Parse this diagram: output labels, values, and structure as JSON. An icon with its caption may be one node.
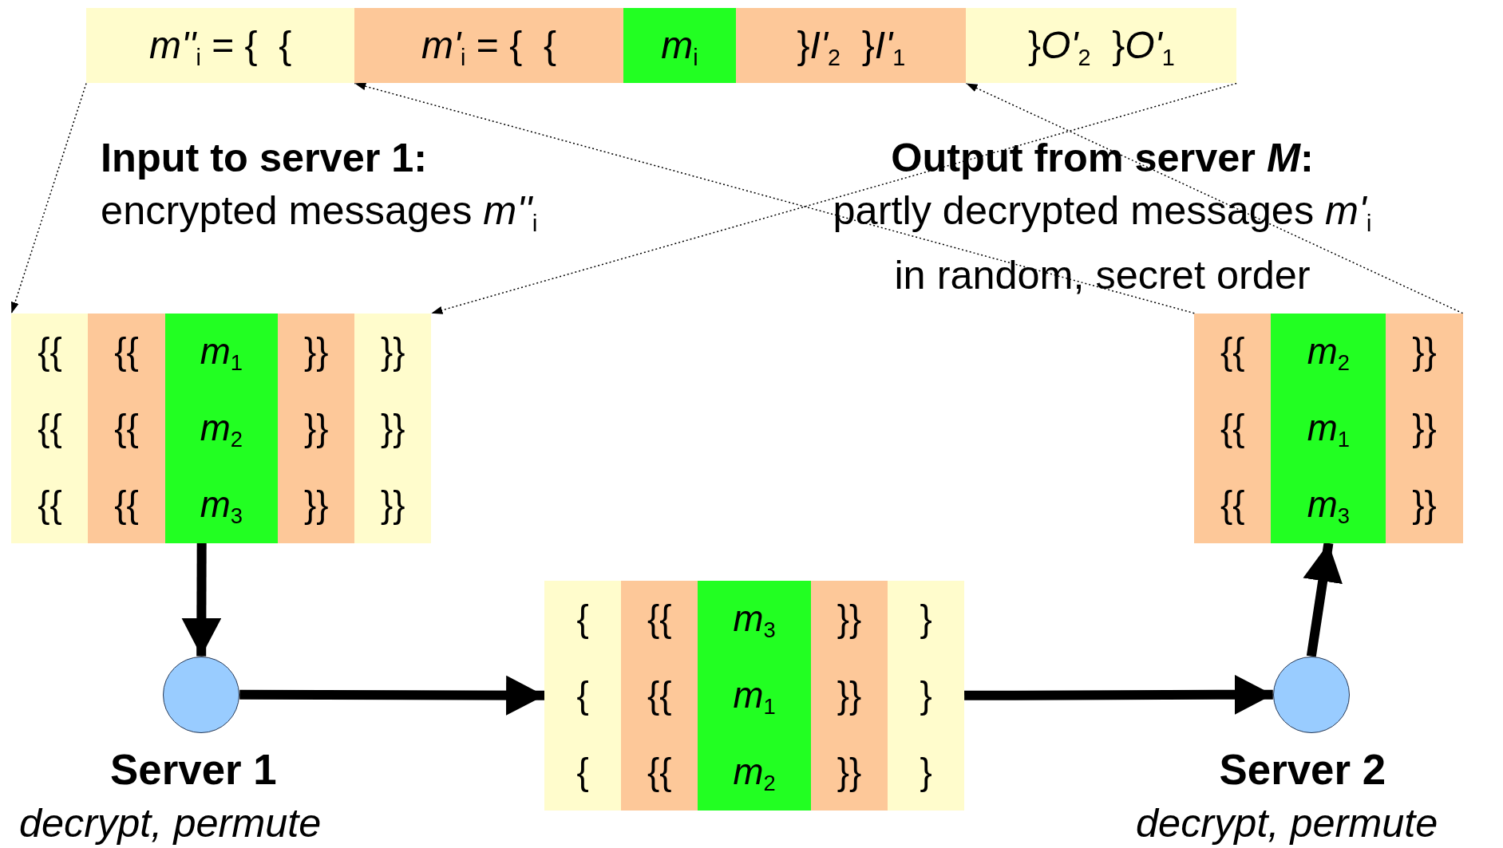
{
  "diagram": {
    "nodes": [
      {
        "text": [
          "*m''*$_{i}$ = {  {",
          "}*O'*$_{2}$  }*O'*$_{1}$"
        ]
      },
      {
        "text": [
          "*m'*$_{i}$ = {  {",
          "}*I'*$_{2}$  }*I'*$_{1}$"
        ],
        "in": 0
      },
      {
        "text": [
          "*m*$_{i}$"
        ],
        "in": 1
      },
      {
        "text": [
          "{{",
          "{{",
          "*m*$_{1}$",
          "}}",
          "}}",
          "{{",
          "{{",
          "*m*$_{2}$",
          "}}",
          "}}",
          "{{",
          "{{",
          "*m*$_{3}$",
          "}}",
          "}}"
        ]
      },
      {
        "text": [],
        "shape": "circle",
        "beside": [
          "Server 1",
          "decrypt, permute"
        ]
      },
      {
        "text": [
          "{",
          "{{",
          "*m*$_{3}$",
          "}}",
          "}",
          "{",
          "{{",
          "*m*$_{1}$",
          "}}",
          "}",
          "{",
          "{{",
          "*m*$_{2}$",
          "}}",
          "}"
        ]
      },
      {
        "text": [],
        "shape": "circle",
        "beside": [
          "Server 2",
          "decrypt, permute"
        ]
      },
      {
        "text": [
          "{{",
          "*m*$_{2}$",
          "}}",
          "{{",
          "*m*$_{1}$",
          "}}",
          "{{",
          "*m*$_{3}$",
          "}}"
        ]
      }
    ],
    "edges": [
      {
        "from": 0,
        "to": 3,
        "arrow": "to",
        "style": "dashed"
      },
      {
        "from": 0,
        "to": 3,
        "arrow": "to",
        "style": "dashed"
      },
      {
        "from": 3,
        "to": 4,
        "arrow": "to",
        "style": "thick"
      },
      {
        "from": 4,
        "to": 5,
        "arrow": "to",
        "style": "thick"
      },
      {
        "from": 5,
        "to": 6,
        "arrow": "to",
        "style": "thick"
      },
      {
        "from": 6,
        "to": 7,
        "arrow": "to",
        "style": "thick"
      },
      {
        "from": 7,
        "to": 1,
        "arrow": "to",
        "style": "dashed"
      },
      {
        "from": 7,
        "to": 1,
        "arrow": "to",
        "style": "dashed"
      }
    ],
    "labels": [
      "Input to server 1:",
      "encrypted messages *m''*$_{i}$",
      "Output from server *M*:",
      "partly decrypted messages *m'*$_{i}$",
      "in random, secret order"
    ]
  }
}
